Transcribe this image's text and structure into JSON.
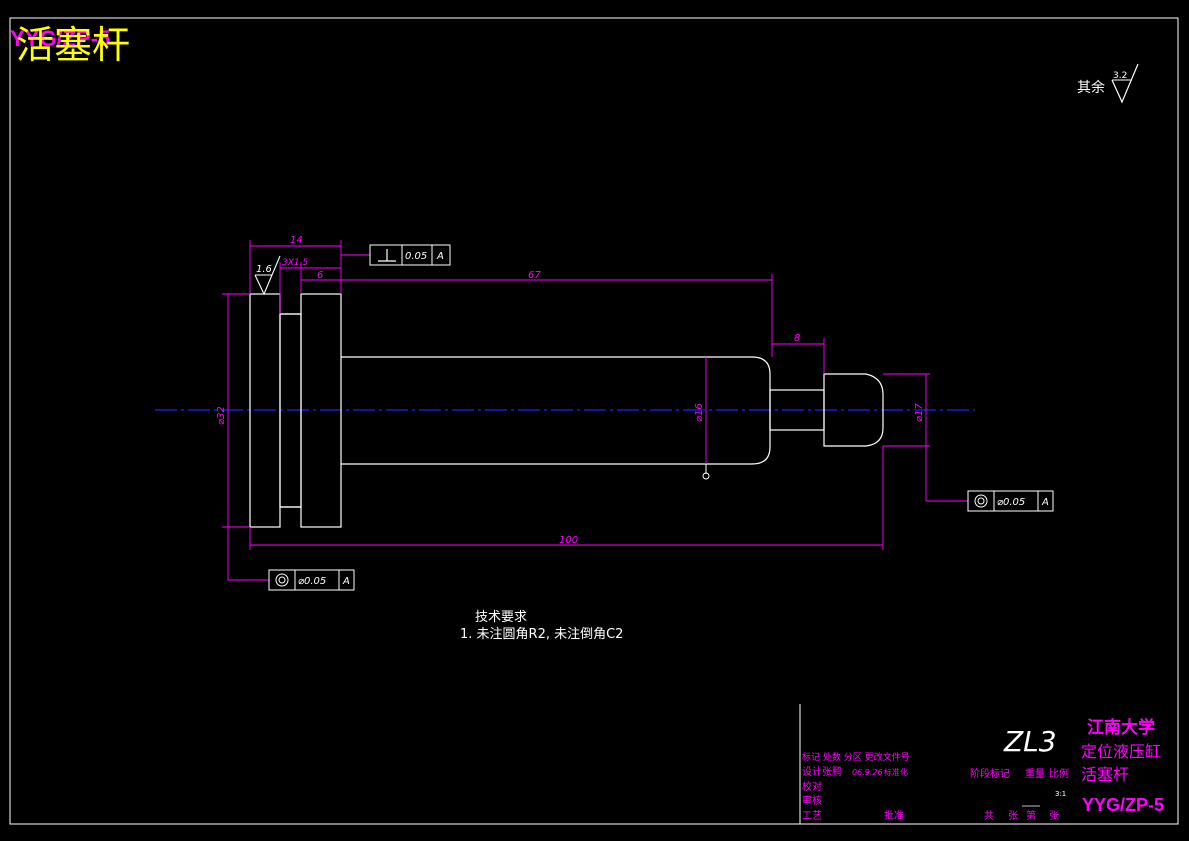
{
  "header": {
    "code_overlay": "YYG/ZP-5",
    "title": "活塞杆"
  },
  "surface_finish_note": {
    "label": "其余",
    "value": "3.2"
  },
  "dimensions": {
    "d14": "14",
    "d3x1_5": "3X1.5",
    "d6": "6",
    "d67": "67",
    "d8": "8",
    "d100": "100",
    "dia32": "⌀32",
    "dia16": "⌀16",
    "dia17": "⌀17",
    "finish16": "1.6"
  },
  "tolerance_frames": {
    "perpendicularity": {
      "value": "0.05",
      "datum": "A"
    },
    "concentric_right": {
      "value": "⌀0.05",
      "datum": "A"
    },
    "concentric_left": {
      "value": "⌀0.05",
      "datum": "A"
    }
  },
  "technical_requirements": {
    "heading": "技术要求",
    "item1": "1. 未注圆角R2, 未注倒角C2"
  },
  "title_block": {
    "material": "ZL3",
    "university": "江南大学",
    "assembly": "定位液压缸",
    "part_name": "活塞杆",
    "drawing_number": "YYG/ZP-5",
    "row1": "标记 处数  分区 更改文件号",
    "designer": "设计张鹏",
    "date": "06.9.26",
    "standardize": "标准化",
    "check": "校对",
    "review": "审核",
    "process": "工艺",
    "approve": "批准",
    "stage_mark": "阶段标记",
    "weight": "重量",
    "scale": "比例",
    "scale_value": "3:1",
    "total": "共",
    "sheets": "张",
    "sheet_no": "第",
    "sheet_suffix": "张"
  },
  "colors": {
    "outline": "#ffffff",
    "dimension": "#ff00ff",
    "centerline": "#2020ff",
    "title_yellow": "#ffff00",
    "title_magenta": "#ff00ff"
  }
}
